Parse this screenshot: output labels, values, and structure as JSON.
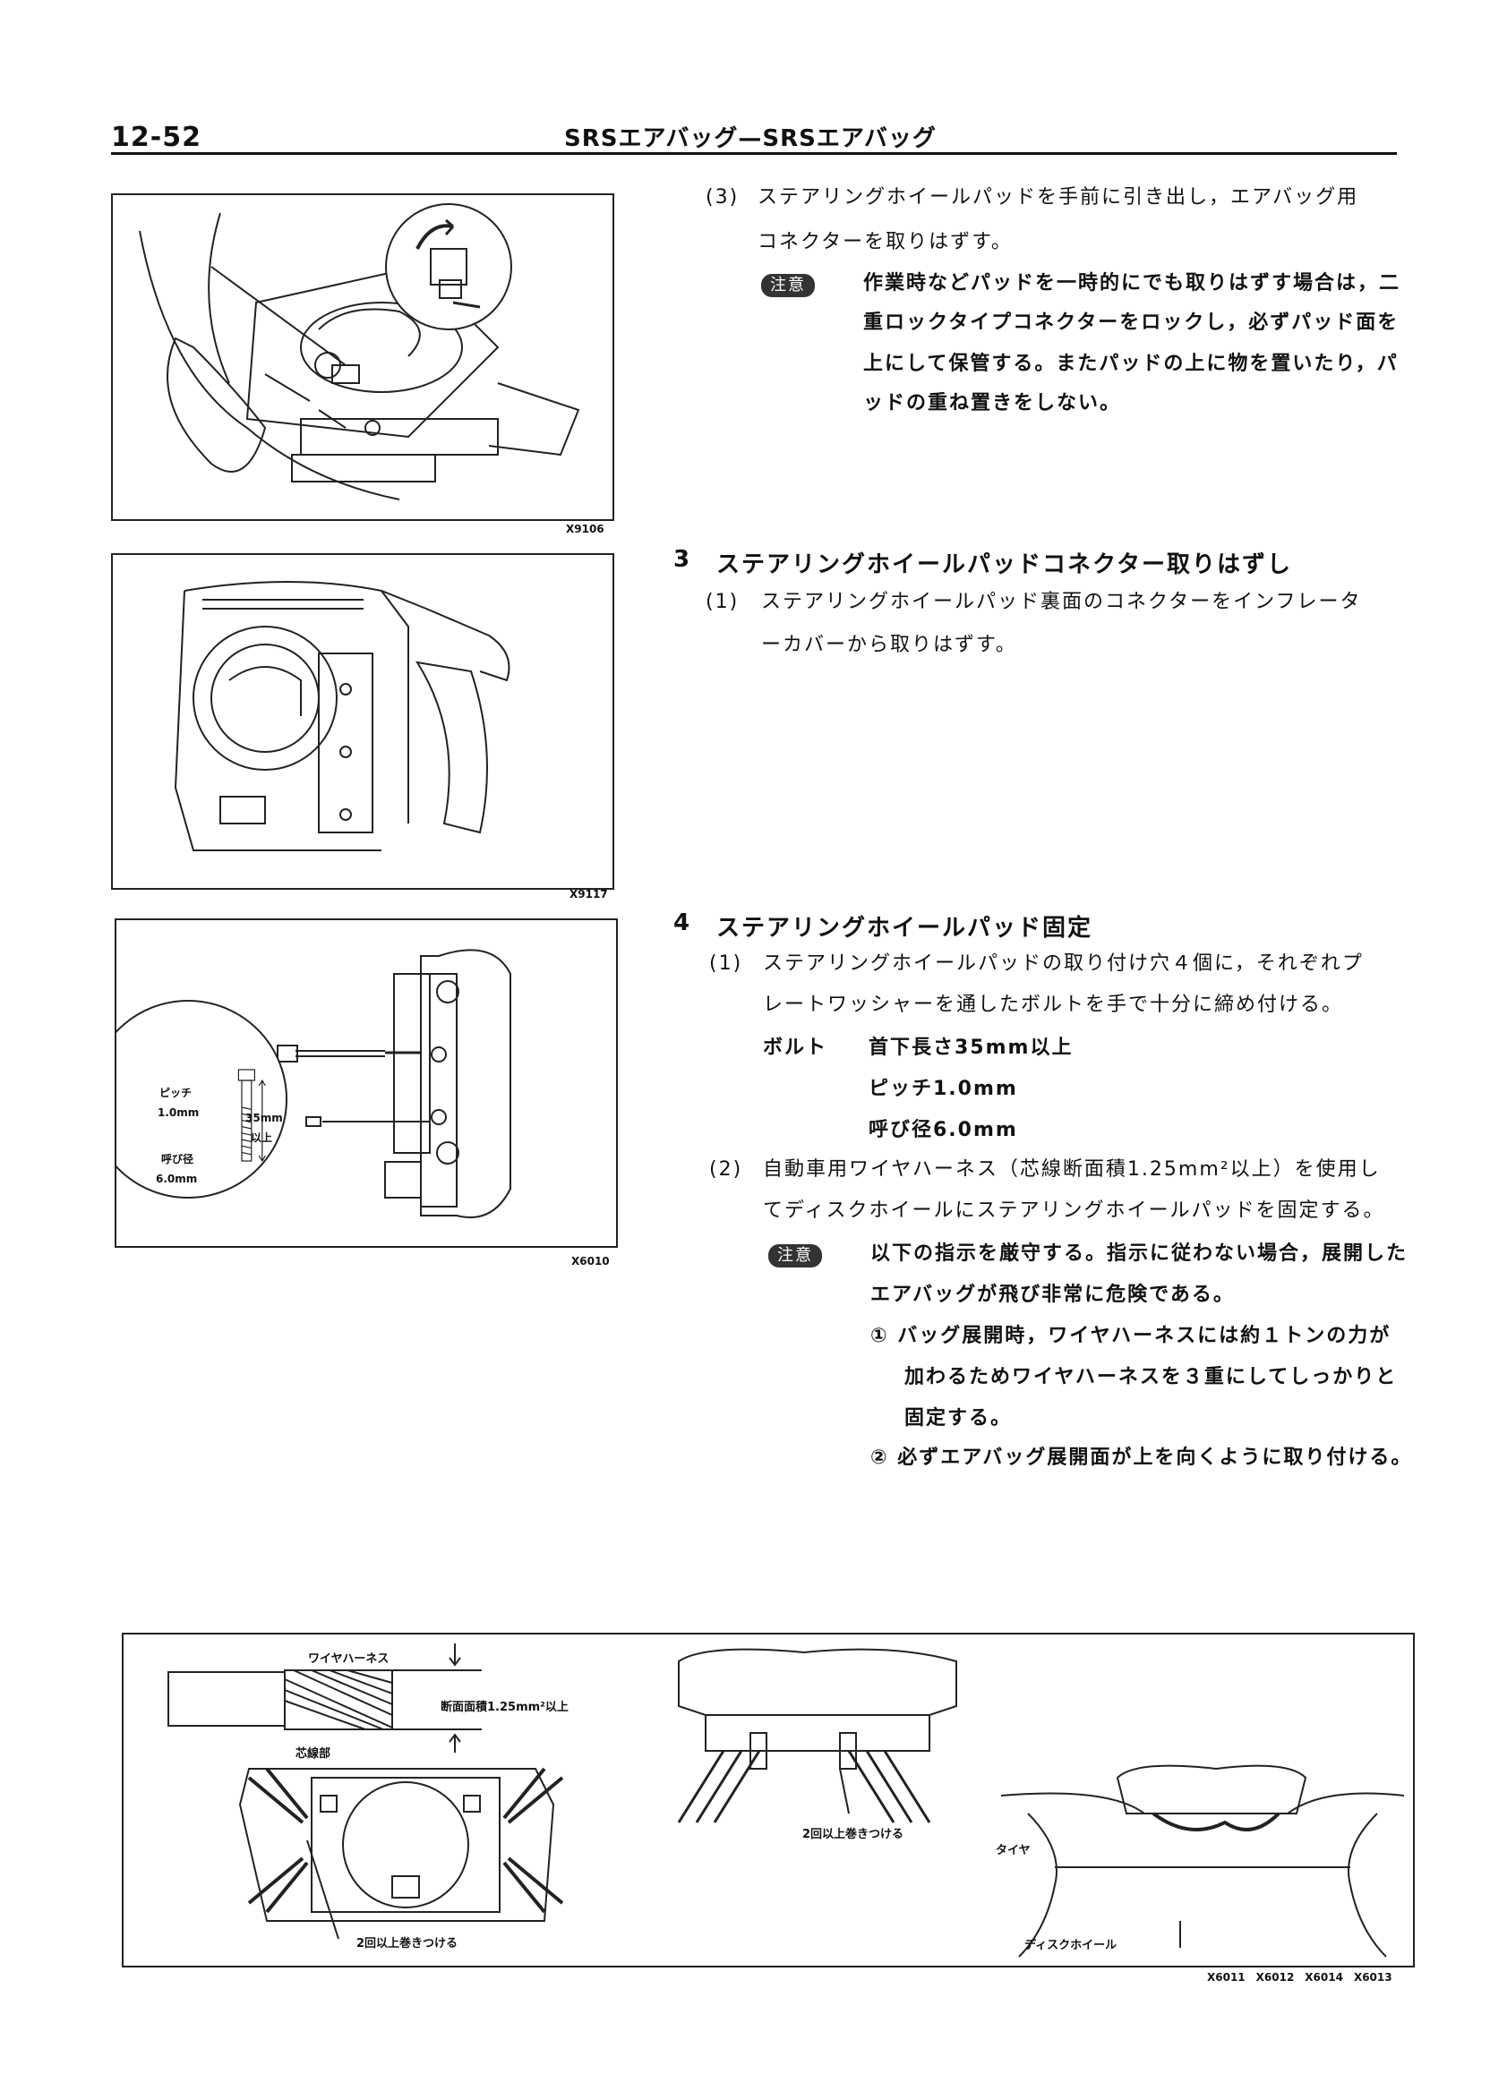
{
  "header": {
    "page_number": "12-52",
    "title": "SRSエアバッグ—SRSエアバッグ"
  },
  "figures": {
    "fig1_code": "X9106",
    "fig2_code": "X9117",
    "fig3_code": "X6010",
    "fig3_labels": {
      "pitch": "ピッチ",
      "pitch_val": "1.0mm",
      "length": "35mm",
      "length_sub": "以上",
      "dia": "呼び径",
      "dia_val": "6.0mm"
    },
    "bottom_codes": "X6011　X6012　X6014　X6013",
    "bottom_labels": {
      "wire_harness": "ワイヤハーネス",
      "cross_section": "断面面積1.25mm²以上",
      "core": "芯線部",
      "wrap_left": "2回以上巻きつける",
      "wrap_mid": "2回以上巻きつける",
      "tire": "タイヤ",
      "disc_wheel": "ディスクホイール"
    }
  },
  "step3_sub": {
    "num": "(3)",
    "line1": "ステアリングホイールパッドを手前に引き出し，エアバッグ用",
    "line2": "コネクターを取りはずす。",
    "caution_label": "注意",
    "caution1": "作業時などパッドを一時的にでも取りはずす場合は，二",
    "caution2": "重ロックタイプコネクターをロックし，必ずパッド面を",
    "caution3": "上にして保管する。またパッドの上に物を置いたり，パ",
    "caution4": "ッドの重ね置きをしない。"
  },
  "section3": {
    "num": "3",
    "title": "ステアリングホイールパッドコネクター取りはずし",
    "sub_num": "(1)",
    "line1": "ステアリングホイールパッド裏面のコネクターをインフレータ",
    "line2": "ーカバーから取りはずす。"
  },
  "section4": {
    "num": "4",
    "title": "ステアリングホイールパッド固定",
    "s1_num": "(1)",
    "s1_line1": "ステアリングホイールパッドの取り付け穴４個に，それぞれプ",
    "s1_line2": "レートワッシャーを通したボルトを手で十分に締め付ける。",
    "bolt_label": "ボルト",
    "bolt_spec1": "首下長さ35mm以上",
    "bolt_spec2": "ピッチ1.0mm",
    "bolt_spec3": "呼び径6.0mm",
    "s2_num": "(2)",
    "s2_line1": "自動車用ワイヤハーネス（芯線断面積1.25mm²以上）を使用し",
    "s2_line2": "てディスクホイールにステアリングホイールパッドを固定する。",
    "caution_label": "注意",
    "caution1": "以下の指示を厳守する。指示に従わない場合，展開した",
    "caution2": "エアバッグが飛び非常に危険である。",
    "item1_a": "①  バッグ展開時，ワイヤハーネスには約１トンの力が",
    "item1_b": "加わるためワイヤハーネスを３重にしてしっかりと",
    "item1_c": "固定する。",
    "item2": "②  必ずエアバッグ展開面が上を向くように取り付ける。"
  }
}
